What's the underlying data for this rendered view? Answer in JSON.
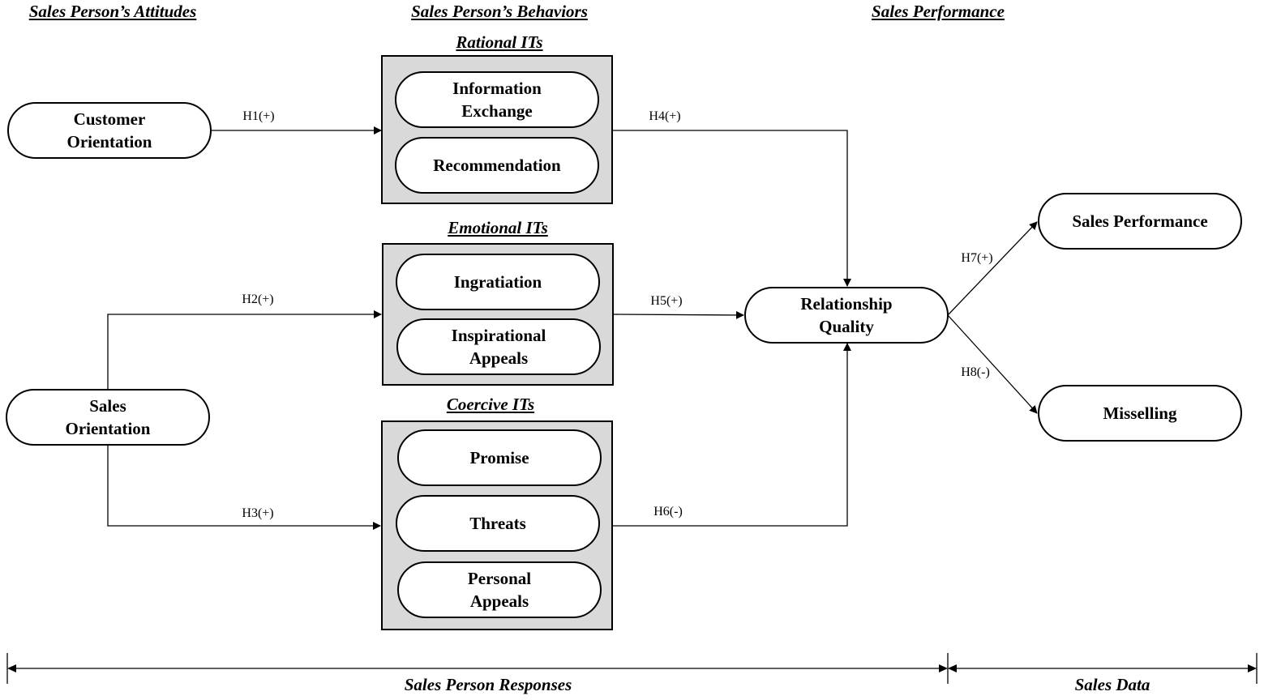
{
  "sections": {
    "attitudes": "Sales Person’s Attitudes",
    "behaviors": "Sales Person’s Behaviors",
    "performance": "Sales Performance"
  },
  "groups": {
    "rational": "Rational ITs",
    "emotional": "Emotional ITs",
    "coercive": "Coercive ITs"
  },
  "nodes": {
    "customer_orientation": "Customer\nOrientation",
    "sales_orientation": "Sales\nOrientation",
    "information_exchange": "Information\nExchange",
    "recommendation": "Recommendation",
    "ingratiation": "Ingratiation",
    "inspirational_appeals": "Inspirational\nAppeals",
    "promise": "Promise",
    "threats": "Threats",
    "personal_appeals": "Personal\nAppeals",
    "relationship_quality": "Relationship\nQuality",
    "sales_performance": "Sales Performance",
    "misselling": "Misselling"
  },
  "hypotheses": {
    "h1": "H1(+)",
    "h2": "H2(+)",
    "h3": "H3(+)",
    "h4": "H4(+)",
    "h5": "H5(+)",
    "h6": "H6(-)",
    "h7": "H7(+)",
    "h8": "H8(-)"
  },
  "bottom": {
    "responses": "Sales Person Responses",
    "data": "Sales Data"
  }
}
